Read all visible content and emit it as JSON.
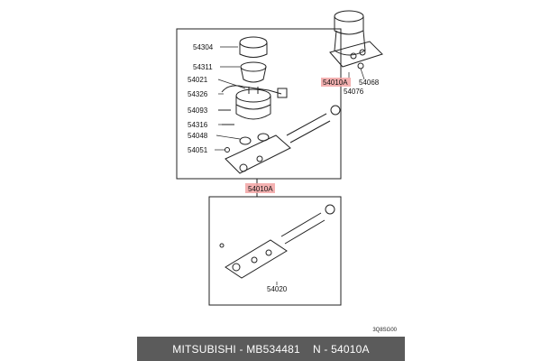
{
  "diagram": {
    "labels": {
      "p54304": "54304",
      "p54311": "54311",
      "p54021": "54021",
      "p54326": "54326",
      "p54093": "54093",
      "p54316": "54316",
      "p54048": "54048",
      "p54051": "54051",
      "p54010A_main": "54010A",
      "p54010A_top": "54010A",
      "p54068": "54068",
      "p54076": "54076",
      "p54020": "54020"
    },
    "figure_code": "3Q8SG00",
    "highlight_color": "#f2a3a3"
  },
  "footer": {
    "brand": "MITSUBISHI",
    "sep1": " - ",
    "part_number": "MB534481",
    "sep2": "    N - ",
    "item_number": "54010A"
  }
}
